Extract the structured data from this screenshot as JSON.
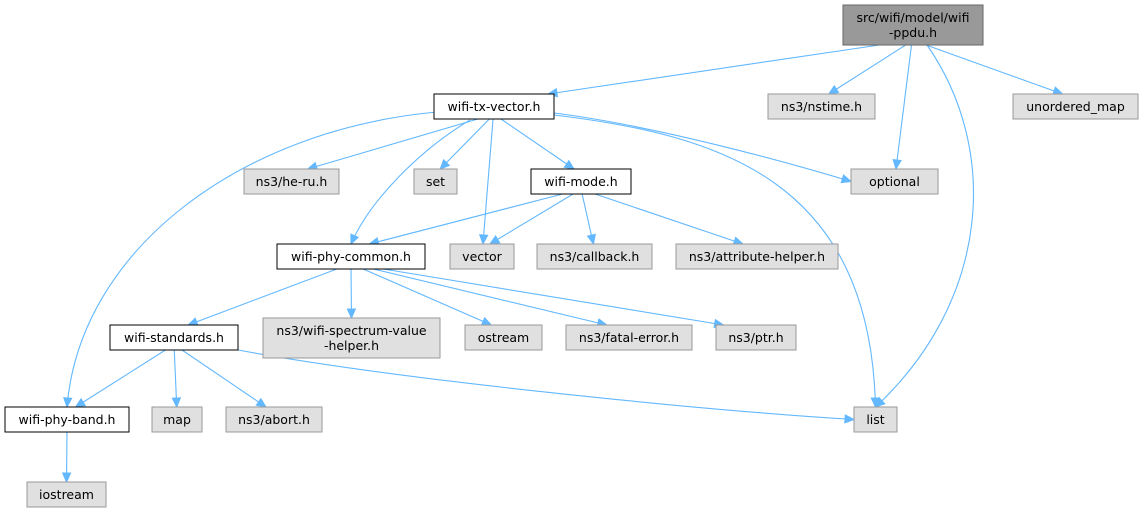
{
  "colors": {
    "root_fill": "#999999",
    "root_stroke": "#666666",
    "internal_fill": "#ffffff",
    "internal_stroke": "#000000",
    "external_fill": "#e0e0e0",
    "external_stroke": "#999999",
    "edge": "#63b8ff"
  },
  "nodes": [
    {
      "id": "root",
      "kind": "root",
      "lines": [
        "src/wifi/model/wifi",
        "-ppdu.h"
      ]
    },
    {
      "id": "txvec",
      "kind": "internal",
      "lines": [
        "wifi-tx-vector.h"
      ]
    },
    {
      "id": "nstime",
      "kind": "external",
      "lines": [
        "ns3/nstime.h"
      ]
    },
    {
      "id": "umap",
      "kind": "external",
      "lines": [
        "unordered_map"
      ]
    },
    {
      "id": "heru",
      "kind": "external",
      "lines": [
        "ns3/he-ru.h"
      ]
    },
    {
      "id": "set",
      "kind": "external",
      "lines": [
        "set"
      ]
    },
    {
      "id": "mode",
      "kind": "internal",
      "lines": [
        "wifi-mode.h"
      ]
    },
    {
      "id": "optional",
      "kind": "external",
      "lines": [
        "optional"
      ]
    },
    {
      "id": "common",
      "kind": "internal",
      "lines": [
        "wifi-phy-common.h"
      ]
    },
    {
      "id": "vector",
      "kind": "external",
      "lines": [
        "vector"
      ]
    },
    {
      "id": "callback",
      "kind": "external",
      "lines": [
        "ns3/callback.h"
      ]
    },
    {
      "id": "attr",
      "kind": "external",
      "lines": [
        "ns3/attribute-helper.h"
      ]
    },
    {
      "id": "standards",
      "kind": "internal",
      "lines": [
        "wifi-standards.h"
      ]
    },
    {
      "id": "spectrum",
      "kind": "external",
      "lines": [
        "ns3/wifi-spectrum-value",
        "-helper.h"
      ]
    },
    {
      "id": "ostream",
      "kind": "external",
      "lines": [
        "ostream"
      ]
    },
    {
      "id": "fatal",
      "kind": "external",
      "lines": [
        "ns3/fatal-error.h"
      ]
    },
    {
      "id": "ptr",
      "kind": "external",
      "lines": [
        "ns3/ptr.h"
      ]
    },
    {
      "id": "band",
      "kind": "internal",
      "lines": [
        "wifi-phy-band.h"
      ]
    },
    {
      "id": "map",
      "kind": "external",
      "lines": [
        "map"
      ]
    },
    {
      "id": "abort",
      "kind": "external",
      "lines": [
        "ns3/abort.h"
      ]
    },
    {
      "id": "list",
      "kind": "external",
      "lines": [
        "list"
      ]
    },
    {
      "id": "iostream",
      "kind": "external",
      "lines": [
        "iostream"
      ]
    }
  ],
  "edges": [
    [
      "root",
      "txvec"
    ],
    [
      "root",
      "nstime"
    ],
    [
      "root",
      "umap"
    ],
    [
      "root",
      "optional"
    ],
    [
      "root",
      "list"
    ],
    [
      "txvec",
      "band"
    ],
    [
      "txvec",
      "heru"
    ],
    [
      "txvec",
      "set"
    ],
    [
      "txvec",
      "common"
    ],
    [
      "txvec",
      "vector"
    ],
    [
      "txvec",
      "mode"
    ],
    [
      "txvec",
      "optional"
    ],
    [
      "txvec",
      "list"
    ],
    [
      "mode",
      "common"
    ],
    [
      "mode",
      "vector"
    ],
    [
      "mode",
      "callback"
    ],
    [
      "mode",
      "attr"
    ],
    [
      "common",
      "standards"
    ],
    [
      "common",
      "spectrum"
    ],
    [
      "common",
      "ostream"
    ],
    [
      "common",
      "fatal"
    ],
    [
      "common",
      "ptr"
    ],
    [
      "standards",
      "band"
    ],
    [
      "standards",
      "map"
    ],
    [
      "standards",
      "abort"
    ],
    [
      "standards",
      "list"
    ],
    [
      "band",
      "iostream"
    ]
  ]
}
